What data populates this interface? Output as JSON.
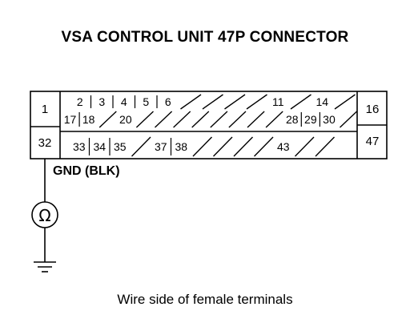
{
  "title": "VSA CONTROL UNIT 47P CONNECTOR",
  "gnd_label": "GND (BLK)",
  "caption": "Wire side of female terminals",
  "meter_symbol": "Ω",
  "connector": {
    "left_pins": [
      "1",
      "32"
    ],
    "right_pins": [
      "16",
      "47"
    ],
    "row1": [
      "2",
      "3",
      "4",
      "5",
      "6",
      "",
      "",
      "",
      "",
      "11",
      "",
      "14",
      ""
    ],
    "row2": [
      "17",
      "18",
      "",
      "20",
      "",
      "",
      "",
      "",
      "",
      "",
      "",
      "",
      "28",
      "29",
      "30",
      ""
    ],
    "row3": [
      "33",
      "34",
      "35",
      "",
      "37",
      "38",
      "",
      "",
      "",
      "",
      "43",
      "",
      ""
    ]
  }
}
